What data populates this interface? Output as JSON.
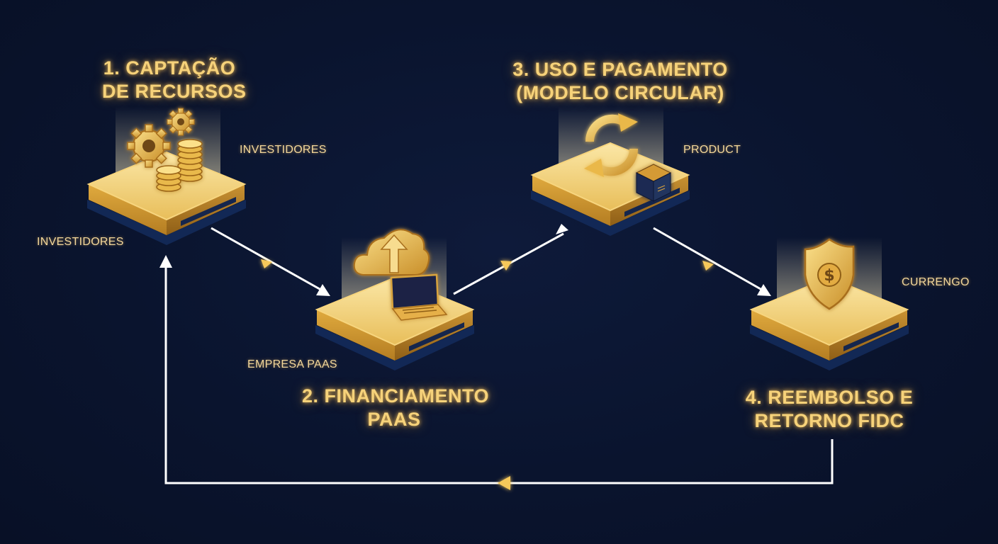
{
  "steps": [
    {
      "title_line1": "1. CAPTAÇÃO",
      "title_line2": "DE RECURSOS",
      "icon": "gears-coins-icon"
    },
    {
      "title_line1": "2. FINANCIAMENTO",
      "title_line2": "PAAS",
      "icon": "cloud-upload-laptop-icon"
    },
    {
      "title_line1": "3. USO E PAGAMENTO",
      "title_line2": "(MODELO CIRCULAR)",
      "icon": "cycle-box-icon"
    },
    {
      "title_line1": "4. REEMBOLSO E",
      "title_line2": "RETORNO FIDC",
      "icon": "shield-dollar-icon"
    }
  ],
  "labels": {
    "investidores_top": "INVESTIDORES",
    "investidores_left": "INVESTIDORES",
    "empresa_paas": "EMPRESA PAAS",
    "product": "PRODUCT",
    "currengo": "CURRENGO"
  },
  "colors": {
    "background": "#0a142e",
    "gold": "#e8b84a",
    "gold_light": "#f6d27a",
    "arrow": "#ffffff"
  }
}
